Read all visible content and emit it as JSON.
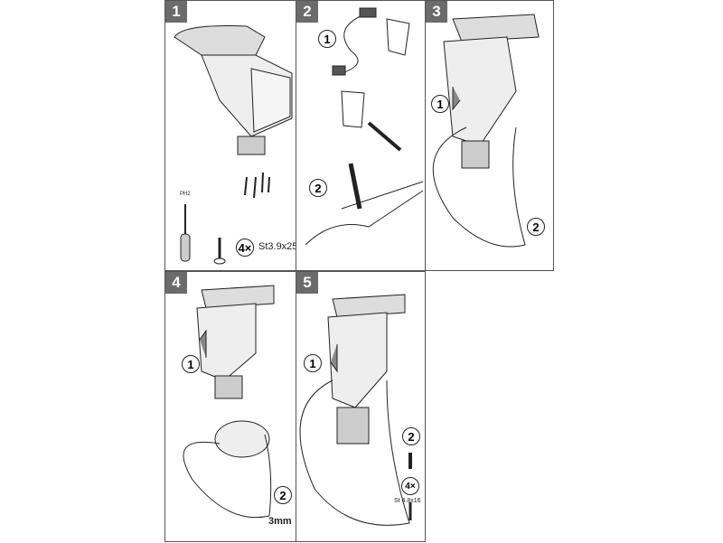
{
  "panels": [
    {
      "number": "1",
      "tool_label": "PH2",
      "quantity": "4×",
      "screw_spec": "St3.9x25"
    },
    {
      "number": "2",
      "step1": "1",
      "step2": "2"
    },
    {
      "number": "3",
      "step1": "1",
      "step2": "2"
    },
    {
      "number": "4",
      "step1": "1",
      "step2": "2",
      "hex_size": "3mm"
    },
    {
      "number": "5",
      "step1": "1",
      "step2": "2",
      "quantity": "4×",
      "screw_spec": "St 4.8x16"
    }
  ]
}
